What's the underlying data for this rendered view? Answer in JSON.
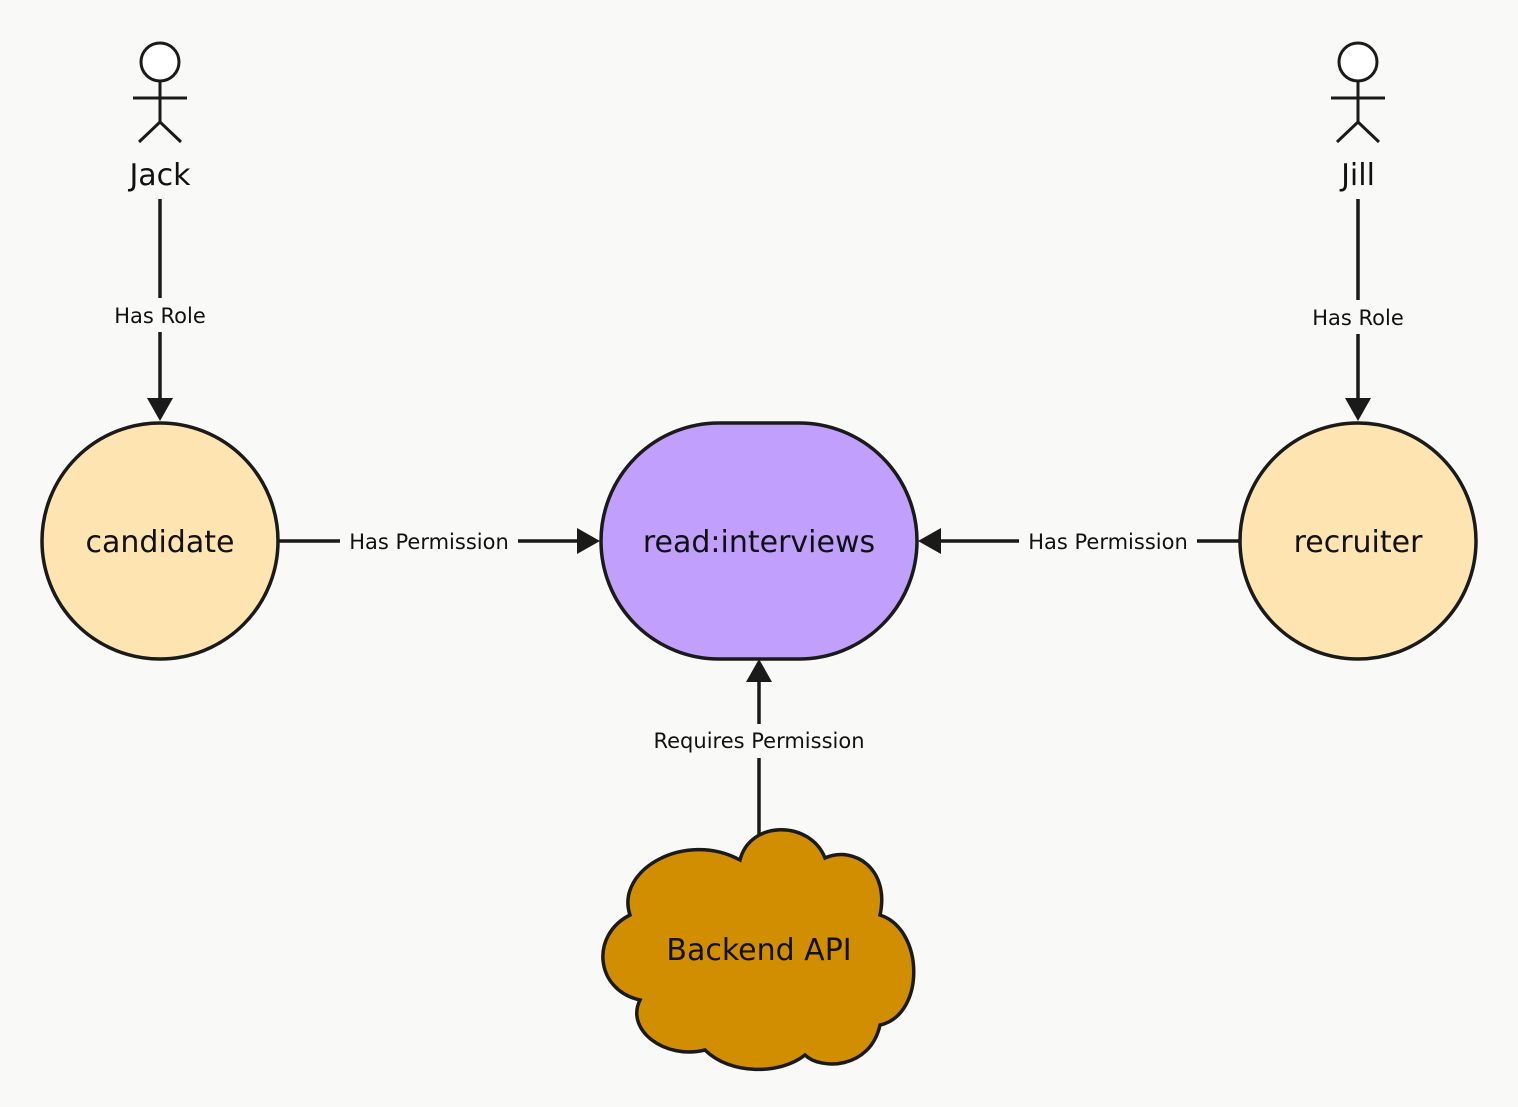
{
  "actors": {
    "jack": {
      "name": "Jack",
      "icon": "person-icon"
    },
    "jill": {
      "name": "Jill",
      "icon": "person-icon"
    }
  },
  "nodes": {
    "candidate": {
      "label": "candidate",
      "shape": "circle",
      "color": "#fee4b0"
    },
    "permission": {
      "label": "read:interviews",
      "shape": "stadium",
      "color": "#c0a0fc"
    },
    "recruiter": {
      "label": "recruiter",
      "shape": "circle",
      "color": "#fee4b0"
    },
    "api": {
      "label": "Backend API",
      "shape": "cloud",
      "color": "#d08e00"
    }
  },
  "edges": {
    "jack_candidate": {
      "label": "Has Role"
    },
    "jill_recruiter": {
      "label": "Has Role"
    },
    "candidate_permission": {
      "label": "Has Permission"
    },
    "recruiter_permission": {
      "label": "Has Permission"
    },
    "api_permission": {
      "label": "Requires Permission"
    }
  },
  "colors": {
    "background": "#f9f9f7",
    "stroke": "#1a1a1a"
  }
}
